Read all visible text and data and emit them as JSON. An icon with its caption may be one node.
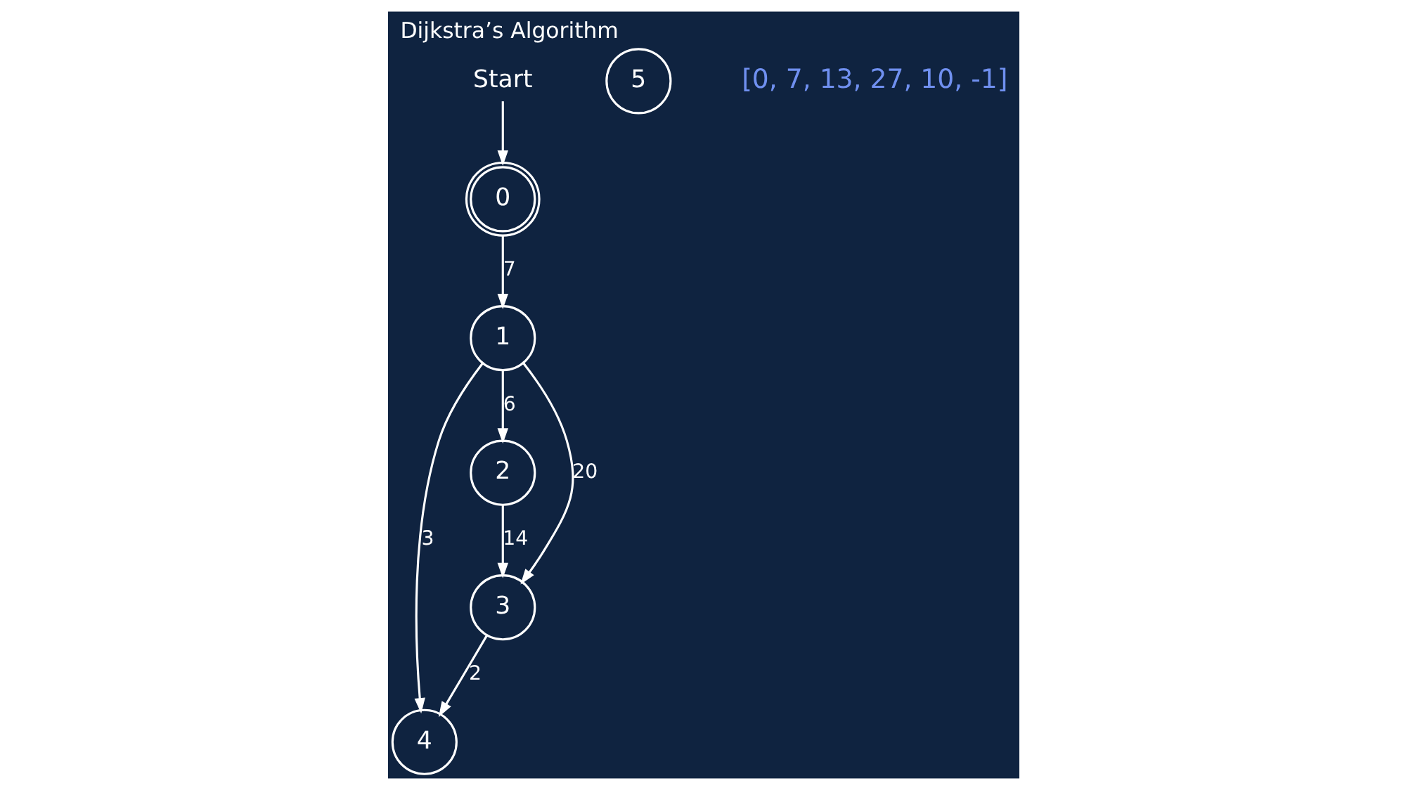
{
  "diagram": {
    "title": "Dijkstra’s Algorithm",
    "nodes": [
      {
        "text": [
          "Start"
        ]
      },
      {
        "text": [
          "0"
        ]
      },
      {
        "text": [
          "4"
        ]
      },
      {
        "text": [
          "5"
        ]
      },
      {
        "text": [
          "1"
        ]
      },
      {
        "text": [
          "2"
        ]
      },
      {
        "text": [
          "3"
        ]
      }
    ],
    "edges": [
      {
        "from": 0,
        "to": 1,
        "arrow": "to"
      },
      {
        "from": 1,
        "to": 4,
        "arrow": "to",
        "label": "7"
      },
      {
        "from": 4,
        "to": 2,
        "arrow": "to",
        "label": "3"
      },
      {
        "from": 4,
        "to": 5,
        "arrow": "to",
        "label": "6"
      },
      {
        "from": 4,
        "to": 6,
        "arrow": "to",
        "label": "20"
      },
      {
        "from": 5,
        "to": 6,
        "arrow": "to",
        "label": "14"
      },
      {
        "from": 6,
        "to": 2,
        "arrow": "to",
        "label": "2"
      }
    ],
    "labels": [
      "[0, 7, 13, 27, 10, -1]"
    ]
  }
}
